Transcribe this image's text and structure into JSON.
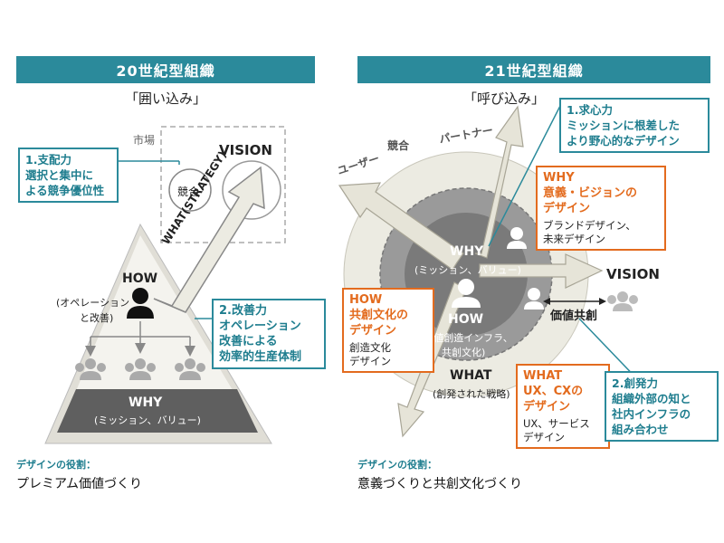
{
  "left": {
    "banner": "20世紀型組織",
    "subtitle": "「囲い込み」",
    "market_label": "市場",
    "compete_label": "競合",
    "vision_label": "VISION",
    "strategy_label": "WHAT(STRATEGY)",
    "how_label": "HOW",
    "op_label_1": "(オペレーション",
    "op_label_2": "と改善)",
    "why_label": "WHY",
    "why_sub": "(ミッション、バリュー)",
    "box1": {
      "title": "1.支配力",
      "line1": "選択と集中に",
      "line2": "よる競争優位性"
    },
    "box2": {
      "title": "2.改善力",
      "line1": "オペレーション",
      "line2": "改善による",
      "line3": "効率的生産体制"
    },
    "footer_label": "デザインの役割：",
    "footer_text": "プレミアム価値づくり"
  },
  "right": {
    "banner": "21世紀型組織",
    "subtitle": "「呼び込み」",
    "user_label": "ユーザー",
    "compete_label": "競合",
    "partner_label": "パートナー",
    "vision_label": "VISION",
    "why_label": "WHY",
    "why_sub": "(ミッション、バリュー)",
    "how_label": "HOW",
    "how_sub_1": "(価値創造インフラ、",
    "how_sub_2": "共創文化)",
    "what_label": "WHAT",
    "what_sub": "(創発された戦略)",
    "cocreate_label": "価値共創",
    "box1": {
      "title": "1.求心力",
      "line1": "ミッションに根差した",
      "line2": "より野心的なデザイン"
    },
    "box2": {
      "title": "2.創発力",
      "line1": "組織外部の知と",
      "line2": "社内インフラの",
      "line3": "組み合わせ"
    },
    "why_box": {
      "title1": "WHY",
      "title2": "意義・ビジョンの",
      "title3": "デザイン",
      "desc1": "ブランドデザイン、",
      "desc2": "未来デザイン"
    },
    "how_box": {
      "title1": "HOW",
      "title2": "共創文化の",
      "title3": "デザイン",
      "desc1": "創造文化",
      "desc2": "デザイン"
    },
    "what_box": {
      "title1": "WHAT",
      "title2": "UX、CXの",
      "title3": "デザイン",
      "desc1": "UX、サービス",
      "desc2": "デザイン"
    },
    "footer_label": "デザインの役割：",
    "footer_text": "意義づくりと共創文化づくり"
  },
  "colors": {
    "teal": "#2b8a9b",
    "orange": "#e36b1e",
    "dark_gray": "#5a5a5a",
    "mid_gray": "#9a9a9a",
    "light_beige": "#ecebe2",
    "arrow_fill": "#e6e4d8"
  }
}
